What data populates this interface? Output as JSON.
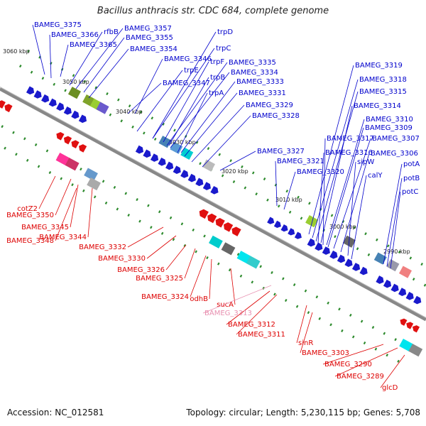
{
  "title": "Bacillus anthracis str. CDC 684, complete genome",
  "footer": {
    "accession": "Accession: NC_012581",
    "summary": "Topology: circular; Length: 5,230,115 bp; Genes: 5,708"
  },
  "scale": [
    {
      "label": "3060 kbp"
    },
    {
      "label": "3050 kbp"
    },
    {
      "label": "3040 kbp"
    },
    {
      "label": "3030 kbp"
    },
    {
      "label": "3020 kbp"
    },
    {
      "label": "3010 kbp"
    },
    {
      "label": "3000 kbp"
    },
    {
      "label": "2990 kbp"
    }
  ],
  "labels_blue": [
    "BAMEG_3375",
    "BAMEG_3366",
    "rfbB",
    "BAMEG_3357",
    "BAMEG_3355",
    "BAMEG_3365",
    "BAMEG_3354",
    "trpD",
    "trpC",
    "BAMEG_3346",
    "trpE",
    "BAMEG_3347",
    "trpF",
    "BAMEG_3335",
    "BAMEG_3334",
    "trpB",
    "BAMEG_3333",
    "trpA",
    "BAMEG_3331",
    "BAMEG_3329",
    "BAMEG_3328",
    "BAMEG_3327",
    "BAMEG_3321",
    "BAMEG_3320",
    "BAMEG_3319",
    "BAMEG_3318",
    "BAMEG_3315",
    "BAMEG_3314",
    "BAMEG_3310",
    "BAMEG_3309",
    "BAMEG_3317",
    "BAMEG_3307",
    "BAMEG_3316",
    "BAMEG_3306",
    "sipW",
    "calY",
    "potA",
    "potB",
    "potC"
  ],
  "labels_red": [
    "cotZ2",
    "BAMEG_3350",
    "BAMEG_3345",
    "BAMEG_3348",
    "BAMEG_3344",
    "BAMEG_3332",
    "BAMEG_3330",
    "BAMEG_3326",
    "BAMEG_3325",
    "BAMEG_3324",
    "odhB",
    "sucA",
    "BAMEG_3312",
    "BAMEG_3311",
    "sinR",
    "BAMEG_3303",
    "BAMEG_3290",
    "BAMEG_3289",
    "glcD"
  ],
  "labels_pink": [
    "BAMEG_3313"
  ],
  "colors": {
    "forward": "#1a1acc",
    "reverse": "#e01010",
    "backbone": "#888888",
    "gc_tick": "#2e8b2e",
    "label_blue": "#0000cc",
    "label_red": "#dd0000",
    "label_pink": "#e890b0"
  }
}
